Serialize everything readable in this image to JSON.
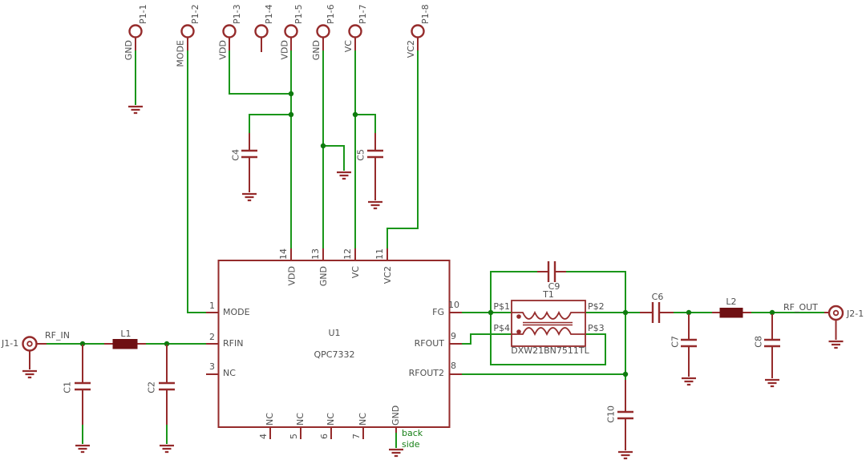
{
  "colors": {
    "background": "#ffffff",
    "wire_green": "#1a961a",
    "junction_green": "#0e7a0e",
    "symbol_red": "#952b2b",
    "inductor_fill": "#6f1013",
    "text_gray": "#4f4f4f",
    "note_green": "#178017"
  },
  "top_connectors": [
    {
      "ref": "P1-1",
      "net": "GND"
    },
    {
      "ref": "P1-2",
      "net": "MODE"
    },
    {
      "ref": "P1-3",
      "net": "VDD"
    },
    {
      "ref": "P1-4",
      "net": ""
    },
    {
      "ref": "P1-5",
      "net": "VDD"
    },
    {
      "ref": "P1-6",
      "net": "GND"
    },
    {
      "ref": "P1-7",
      "net": "VC"
    },
    {
      "ref": "P1-8",
      "net": "VC2"
    }
  ],
  "ic": {
    "ref": "U1",
    "part": "QPC7332",
    "pins_top": [
      {
        "num": "14",
        "name": "VDD"
      },
      {
        "num": "13",
        "name": "GND"
      },
      {
        "num": "12",
        "name": "VC"
      },
      {
        "num": "11",
        "name": "VC2"
      }
    ],
    "pins_left": [
      {
        "num": "1",
        "name": "MODE"
      },
      {
        "num": "2",
        "name": "RFIN"
      },
      {
        "num": "3",
        "name": "NC"
      }
    ],
    "pins_right": [
      {
        "num": "10",
        "name": "FG"
      },
      {
        "num": "9",
        "name": "RFOUT"
      },
      {
        "num": "8",
        "name": "RFOUT2"
      }
    ],
    "pins_bottom": [
      {
        "num": "4",
        "name": "NC"
      },
      {
        "num": "5",
        "name": "NC"
      },
      {
        "num": "6",
        "name": "NC"
      },
      {
        "num": "7",
        "name": "NC"
      }
    ],
    "backside_pin": "GND",
    "backside_note_1": "back",
    "backside_note_2": "side"
  },
  "transformer": {
    "ref": "T1",
    "part": "DXW21BN7511TL",
    "pin1": "P$1",
    "pin2": "P$2",
    "pin3": "P$3",
    "pin4": "P$4"
  },
  "capacitors": {
    "c1": "C1",
    "c2": "C2",
    "c4": "C4",
    "c5": "C5",
    "c6": "C6",
    "c7": "C7",
    "c8": "C8",
    "c9": "C9",
    "c10": "C10"
  },
  "inductors": {
    "l1": "L1",
    "l2": "L2"
  },
  "io": {
    "input_connector": "J1-1",
    "input_net": "RF_IN",
    "output_connector": "J2-1",
    "output_net": "RF_OUT"
  }
}
